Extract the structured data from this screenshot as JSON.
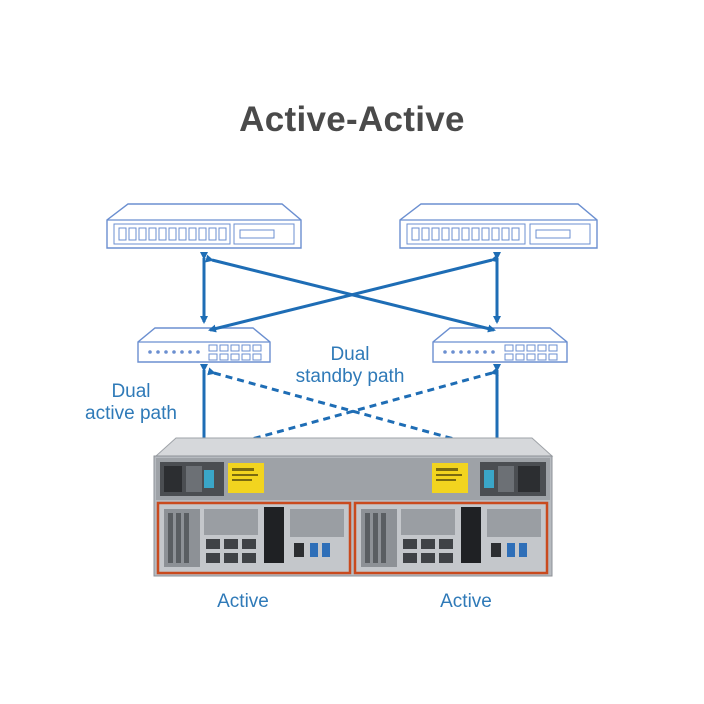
{
  "title": "Active-Active",
  "labels": {
    "dual_standby": [
      "Dual",
      "standby path"
    ],
    "dual_active": [
      "Dual",
      "active path"
    ],
    "controller_left": "Active",
    "controller_right": "Active"
  },
  "colors": {
    "line_blue": "#1e6db5",
    "device_outline": "#6b8fd0",
    "title": "#4a4a4a",
    "label_blue": "#2f7ab8",
    "controller_border": "#c94a1e",
    "chassis": "#a9adb3",
    "sticker_yellow": "#f2d41f"
  }
}
